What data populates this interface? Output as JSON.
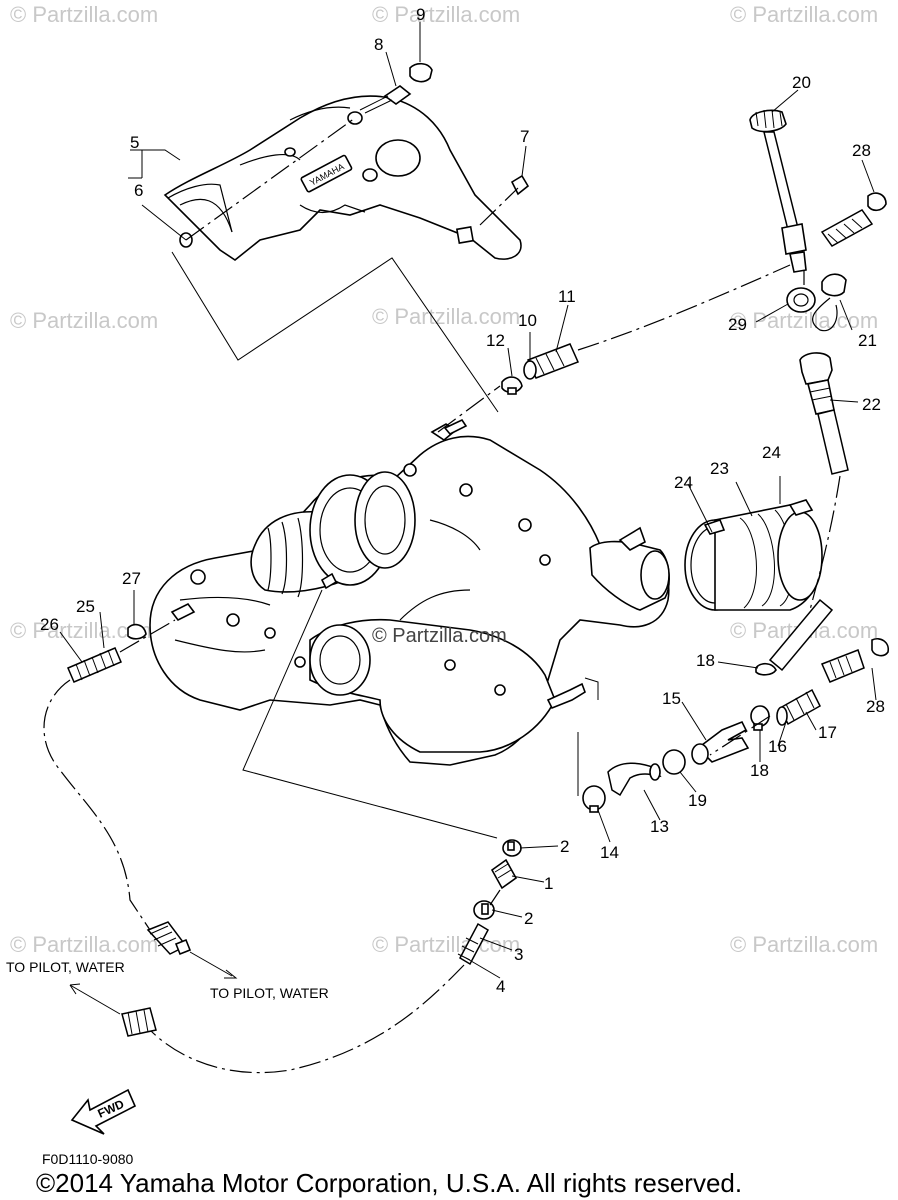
{
  "watermark": {
    "text": "© Partzilla.com",
    "center_text": "© Partzilla.com"
  },
  "callouts": [
    "1",
    "2",
    "2",
    "3",
    "4",
    "5",
    "6",
    "7",
    "8",
    "9",
    "10",
    "11",
    "12",
    "13",
    "14",
    "15",
    "16",
    "17",
    "18",
    "18",
    "19",
    "20",
    "21",
    "22",
    "23",
    "24",
    "24",
    "25",
    "26",
    "27",
    "28",
    "28",
    "29"
  ],
  "notes": {
    "to_pilot_water_left": "TO PILOT, WATER",
    "to_pilot_water_right": "TO PILOT, WATER",
    "fwd": "FWD"
  },
  "brand_plate": "YAMAHA",
  "diagram_code": "F0D1110-9080",
  "copyright": "©2014  Yamaha Motor Corporation, U.S.A. All rights reserved."
}
